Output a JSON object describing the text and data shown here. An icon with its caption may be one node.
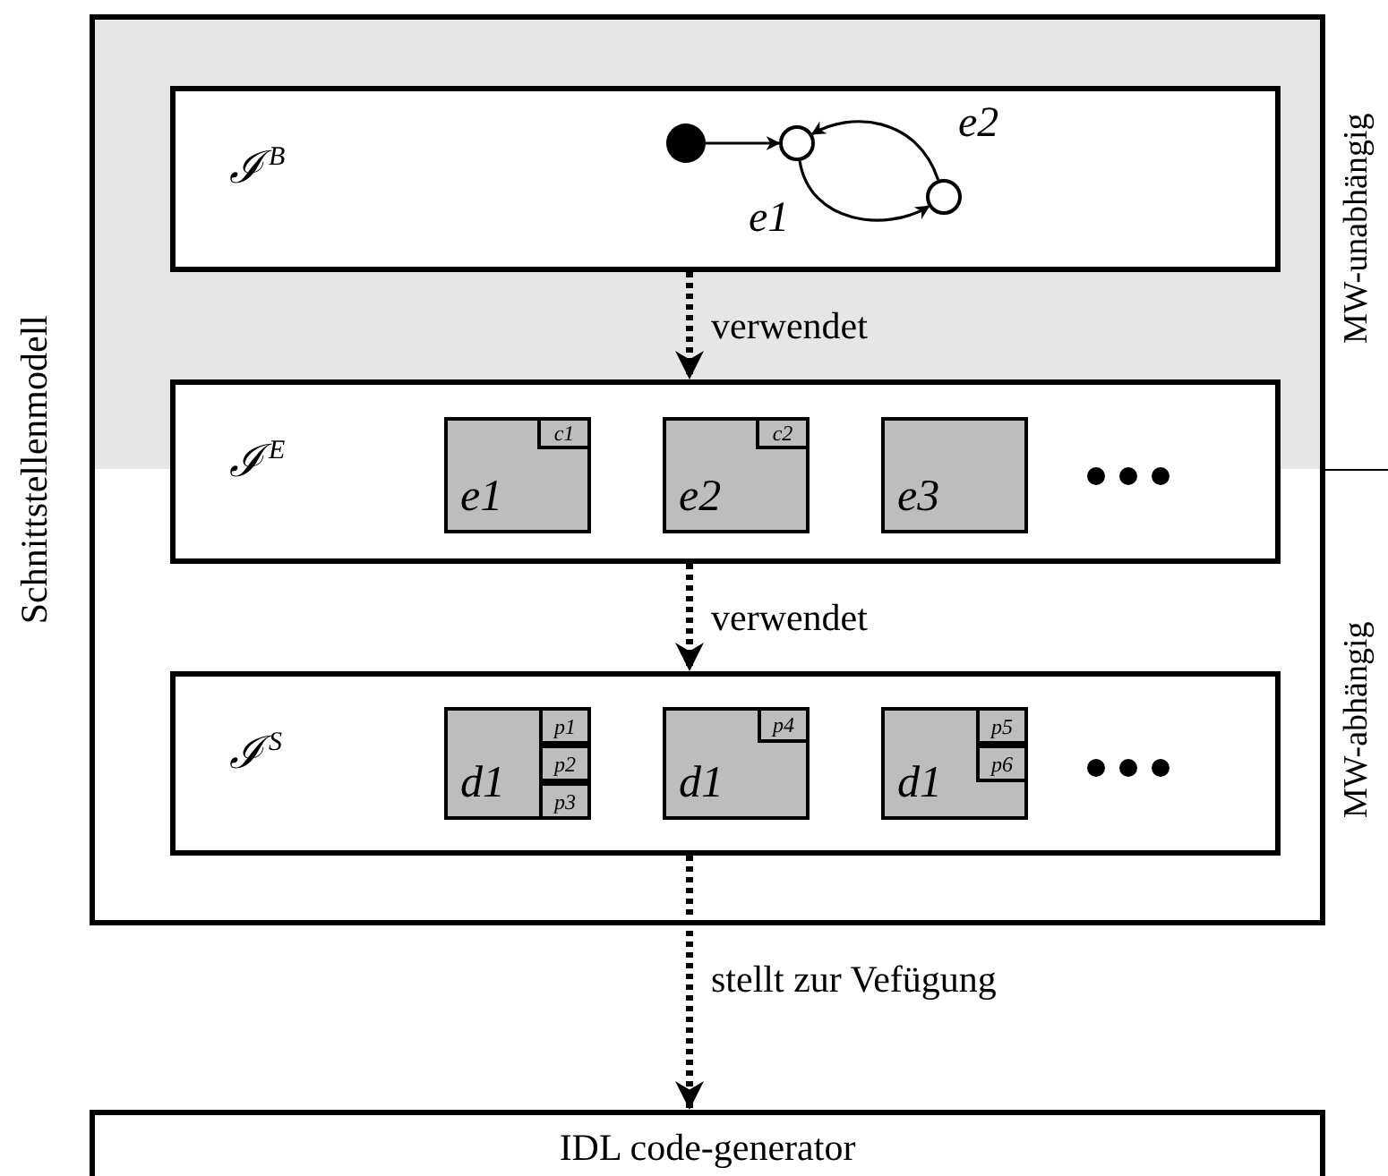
{
  "diagram": {
    "nodes": [
      {
        "text": [
          "Schnittstellenmodell"
        ]
      },
      {
        "text": [
          "ℐ$^{B}$"
        ],
        "in": 0
      },
      {
        "text": [],
        "shape": "circle",
        "in": 1
      },
      {
        "text": [],
        "shape": "circle",
        "in": 1
      },
      {
        "text": [],
        "shape": "circle",
        "in": 1
      },
      {
        "text": [
          "ℐ$^{E}$"
        ],
        "in": 0
      },
      {
        "text": [
          "e1"
        ],
        "in": 5
      },
      {
        "text": [
          "c1"
        ],
        "in": 6
      },
      {
        "text": [
          "e2"
        ],
        "in": 5
      },
      {
        "text": [
          "c2"
        ],
        "in": 8
      },
      {
        "text": [
          "e3"
        ],
        "in": 5
      },
      {
        "text": [
          "ℐ$^{S}$"
        ],
        "in": 0
      },
      {
        "text": [
          "d1"
        ],
        "in": 11
      },
      {
        "text": [
          "p1"
        ],
        "in": 12
      },
      {
        "text": [
          "p2"
        ],
        "in": 12
      },
      {
        "text": [
          "p3"
        ],
        "in": 12
      },
      {
        "text": [
          "d1"
        ],
        "in": 11
      },
      {
        "text": [
          "p4"
        ],
        "in": 16
      },
      {
        "text": [
          "d1"
        ],
        "in": 11
      },
      {
        "text": [
          "p5"
        ],
        "in": 18
      },
      {
        "text": [
          "p6"
        ],
        "in": 18
      },
      {
        "text": [
          "IDL code-generator"
        ]
      }
    ],
    "edges": [
      {
        "from": 2,
        "to": 3,
        "arrow": "to"
      },
      {
        "from": 3,
        "to": 4,
        "arrow": "to",
        "label": "e1"
      },
      {
        "from": 4,
        "to": 3,
        "arrow": "to",
        "label": "e2"
      },
      {
        "from": 1,
        "to": 5,
        "arrow": "to",
        "label": "verwendet",
        "style": "dashed"
      },
      {
        "from": 5,
        "to": 11,
        "arrow": "to",
        "label": "verwendet",
        "style": "dashed"
      },
      {
        "from": 11,
        "to": 21,
        "arrow": "to",
        "label": "stellt zur Vefügung",
        "style": "dashed"
      }
    ],
    "labels": [
      "MW-unabhängig",
      "MW-abhängig"
    ]
  }
}
